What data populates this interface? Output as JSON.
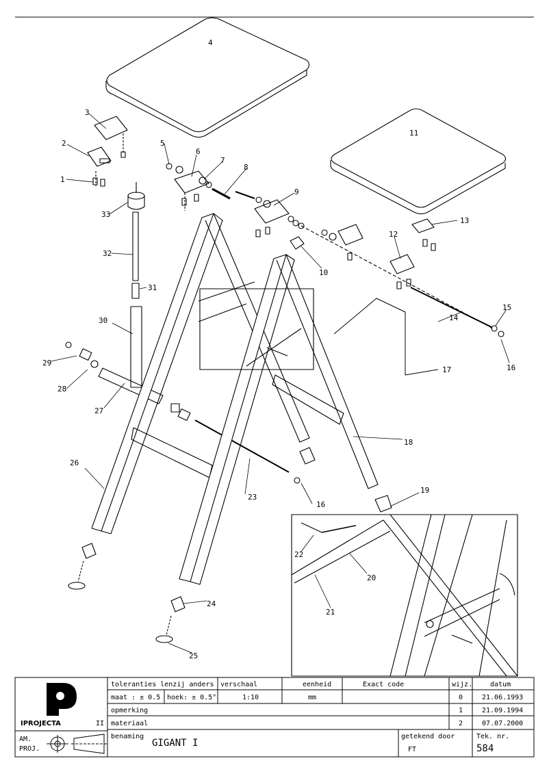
{
  "parts": [
    "1",
    "2",
    "3",
    "4",
    "5",
    "6",
    "7",
    "8",
    "9",
    "10",
    "11",
    "12",
    "13",
    "14",
    "15",
    "16",
    "17",
    "18",
    "19",
    "20",
    "21",
    "22",
    "23",
    "24",
    "25",
    "26",
    "27",
    "28",
    "29",
    "30",
    "31",
    "32",
    "33"
  ],
  "extra_labels": {
    "part16b": "16"
  },
  "title_block": {
    "company": "IPROJECTA",
    "company_mark": "II",
    "proj_label_1": "AM.",
    "proj_label_2": "PROJ.",
    "tolerances_label": "toleranties lenzij anders",
    "scale_label": "verschaal",
    "unit_label": "eenheid",
    "exact_code_label": "Exact code",
    "revision_label": "wijz.",
    "date_label": "datum",
    "dimension_tol": "maat : ± 0.5",
    "angle_tol": "hoek: ± 0.5°",
    "scale_value": "1:10",
    "unit_value": "mm",
    "remark_label": "opmerking",
    "material_label": "materiaal",
    "name_label": "benaming",
    "name_value": "GIGANT I",
    "drawn_by_label": "getekend door",
    "drawn_by_value": "FT",
    "drawing_no_label": "Tek. nr.",
    "drawing_no_value": "584",
    "revisions": [
      {
        "rev": "0",
        "date": "21.06.1993"
      },
      {
        "rev": "1",
        "date": "21.09.1994"
      },
      {
        "rev": "2",
        "date": "07.07.2000"
      }
    ]
  }
}
